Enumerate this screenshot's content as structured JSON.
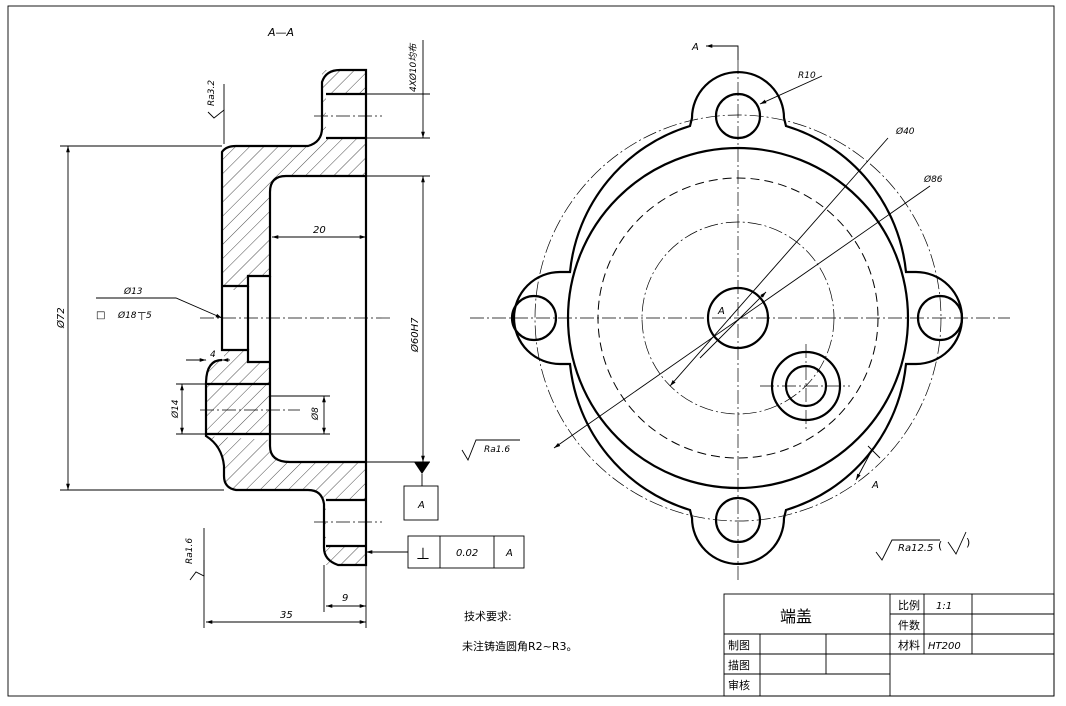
{
  "section_label": "A—A",
  "labels": {
    "ra_top": "Ra3.2",
    "holes_note": "4XØ10均布",
    "dim_20": "20",
    "dim_72": "Ø72",
    "dim_60": "Ø60H7",
    "dim_13": "Ø13",
    "cbore_prefix": "□",
    "cbore": "Ø18",
    "cbore_depth_symbol": "⊤",
    "cbore_depth": "5",
    "dim_4": "4",
    "dim_14": "Ø14",
    "dim_8": "Ø8",
    "ra_mid": "Ra1.6",
    "datum": "A",
    "tol_symbol": "⊥",
    "tol_value": "0.02",
    "tol_datum": "A",
    "ra_bottom": "Ra1.6",
    "dim_9": "9",
    "dim_35": "35",
    "r10": "R10",
    "d40": "Ø40",
    "d86": "Ø86",
    "center_a": "A",
    "cut_a_top": "A",
    "cut_a_bottom": "A",
    "ra_general": "Ra12.5",
    "ra_general_paren_open": "(",
    "ra_general_paren_close": ")"
  },
  "notes": {
    "title": "技术要求:",
    "line1": "未注铸造圆角R2~R3。"
  },
  "title_block": {
    "part_name": "端盖",
    "scale_label": "比例",
    "scale_value": "1:1",
    "qty_label": "件数",
    "qty_value": "",
    "material_label": "材料",
    "material_value": "HT200",
    "drawn_label": "制图",
    "traced_label": "描图",
    "checked_label": "审核"
  }
}
